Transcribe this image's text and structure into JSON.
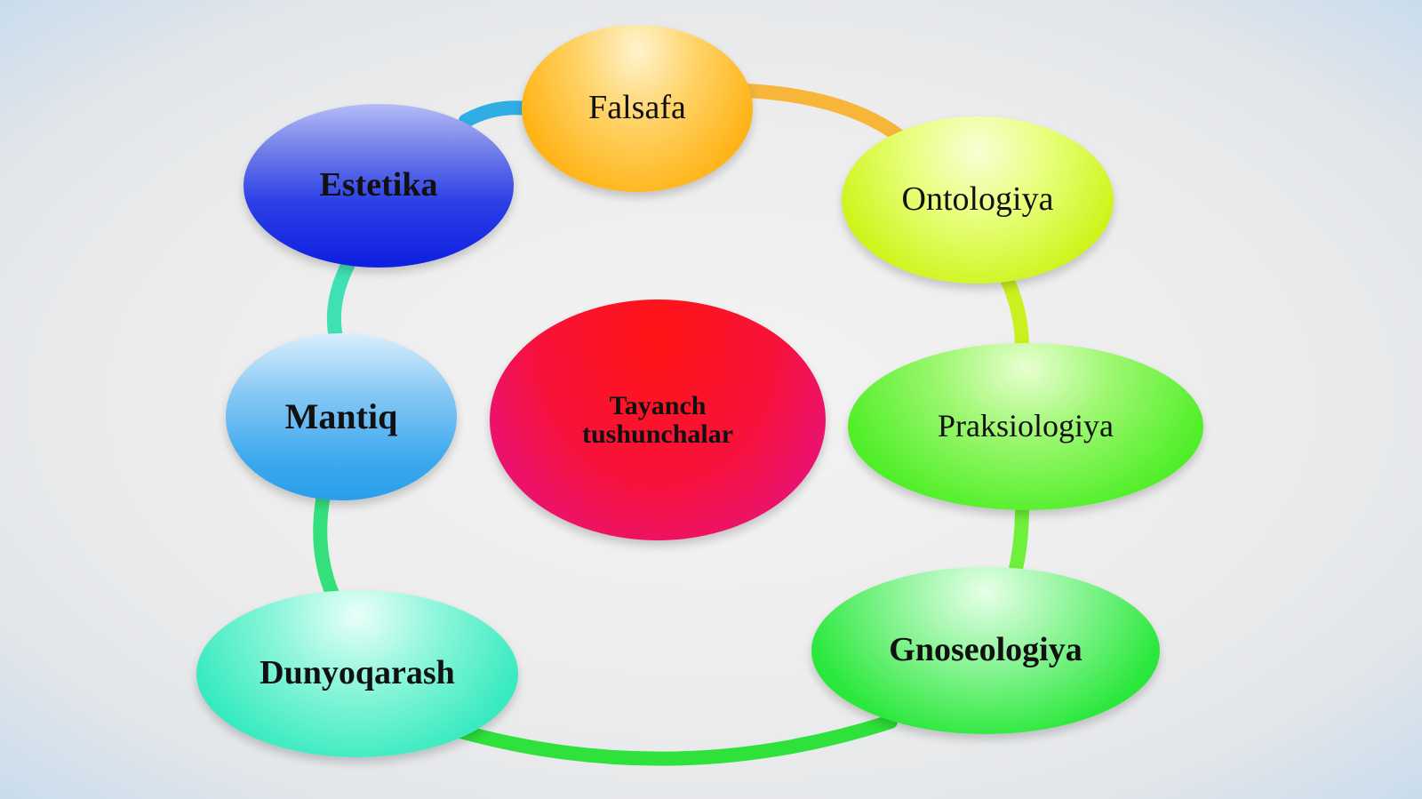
{
  "diagram": {
    "center": {
      "label_line1": "Tayanch",
      "label_line2": "tushunchalar",
      "color": "#f0124a"
    },
    "nodes": [
      {
        "key": "falsafa",
        "label": "Falsafa",
        "color": "#ffb51a"
      },
      {
        "key": "ontologiya",
        "label": "Ontologiya",
        "color": "#cff51f"
      },
      {
        "key": "praksiologiya",
        "label": "Praksiologiya",
        "color": "#52ef2a"
      },
      {
        "key": "gnoseologiya",
        "label": "Gnoseologiya",
        "color": "#14e226"
      },
      {
        "key": "dunyoqarash",
        "label": "Dunyoqarash",
        "color": "#22e6b8"
      },
      {
        "key": "mantiq",
        "label": "Mantiq",
        "color": "#27a0ea"
      },
      {
        "key": "estetika",
        "label": "Estetika",
        "color": "#0d1fe0"
      }
    ]
  }
}
